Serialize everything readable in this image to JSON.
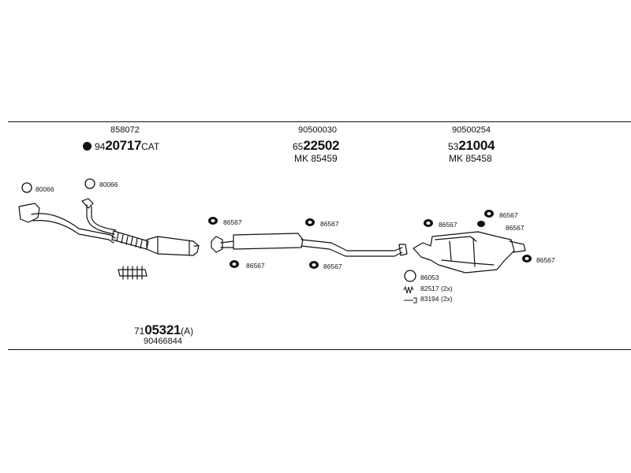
{
  "header": {
    "left": {
      "small": "858072",
      "prefix": "94",
      "number": "20717",
      "suffix": "CAT"
    },
    "mid": {
      "small": "90500030",
      "prefix": "65",
      "number": "22502",
      "mk": "MK 85459"
    },
    "right": {
      "small": "90500254",
      "prefix": "53",
      "number": "21004",
      "mk": "MK 85458"
    }
  },
  "footer": {
    "prefix": "71",
    "number": "05321",
    "suffix": "(A)",
    "sub": "90466844"
  },
  "parts": {
    "p80066a": "80066",
    "p80066b": "80066",
    "h1": "86567",
    "h2": "86567",
    "h3": "86567",
    "h4": "86567",
    "h5": "86567",
    "h6": "86567",
    "h7": "86567",
    "h8": "86567",
    "ring": "86053",
    "spring": "82517 (2x)",
    "bolt": "83194 (2x)"
  }
}
